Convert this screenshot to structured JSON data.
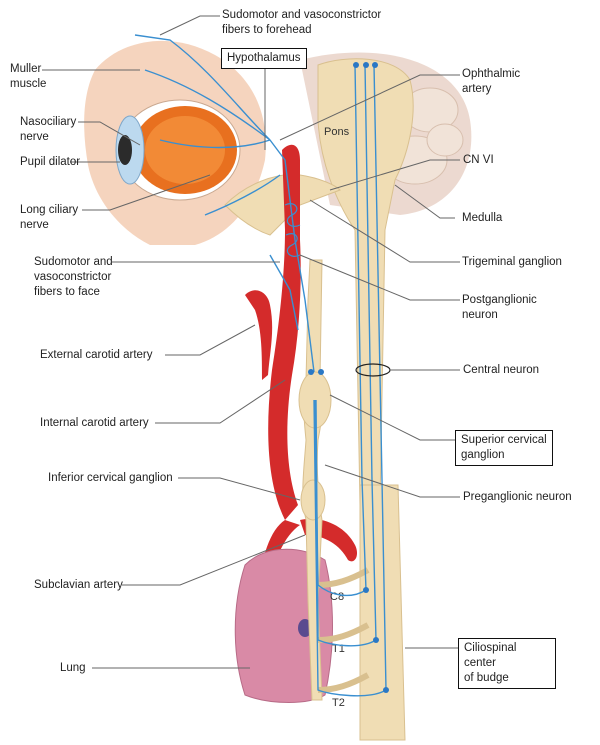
{
  "labels": {
    "sudomotor_forehead": "Sudomotor and vasoconstrictor\nfibers to forehead",
    "hypothalamus": "Hypothalamus",
    "muller_muscle": "Muller\nmuscle",
    "ophthalmic_artery": "Ophthalmic\nartery",
    "nasociliary_nerve": "Nasociliary\nnerve",
    "pons": "Pons",
    "pupil_dilator": "Pupil dilator",
    "cn_vi": "CN VI",
    "long_ciliary_nerve": "Long ciliary\nnerve",
    "medulla": "Medulla",
    "trigeminal_ganglion": "Trigeminal ganglion",
    "sudomotor_face": "Sudomotor and\nvasoconstrictor\nfibers to face",
    "postganglionic_neuron": "Postganglionic\nneuron",
    "external_carotid": "External carotid artery",
    "central_neuron": "Central neuron",
    "internal_carotid": "Internal carotid artery",
    "superior_cervical_ganglion": "Superior cervical\nganglion",
    "inferior_cervical_ganglion": "Inferior cervical ganglion",
    "preganglionic_neuron": "Preganglionic neuron",
    "subclavian_artery": "Subclavian artery",
    "ciliospinal_center": "Ciliospinal center\nof budge",
    "lung": "Lung",
    "c8": "C8",
    "t1": "T1",
    "t2": "T2"
  },
  "colors": {
    "artery": "#d42b2b",
    "nerve": "#3a8fd0",
    "neural_tissue": "#f0ddb4",
    "lung": "#d98aa6",
    "eye": "#e8701f",
    "skin": "#f2c6a8",
    "leader": "#666666",
    "brain": "#e9d2c8"
  }
}
